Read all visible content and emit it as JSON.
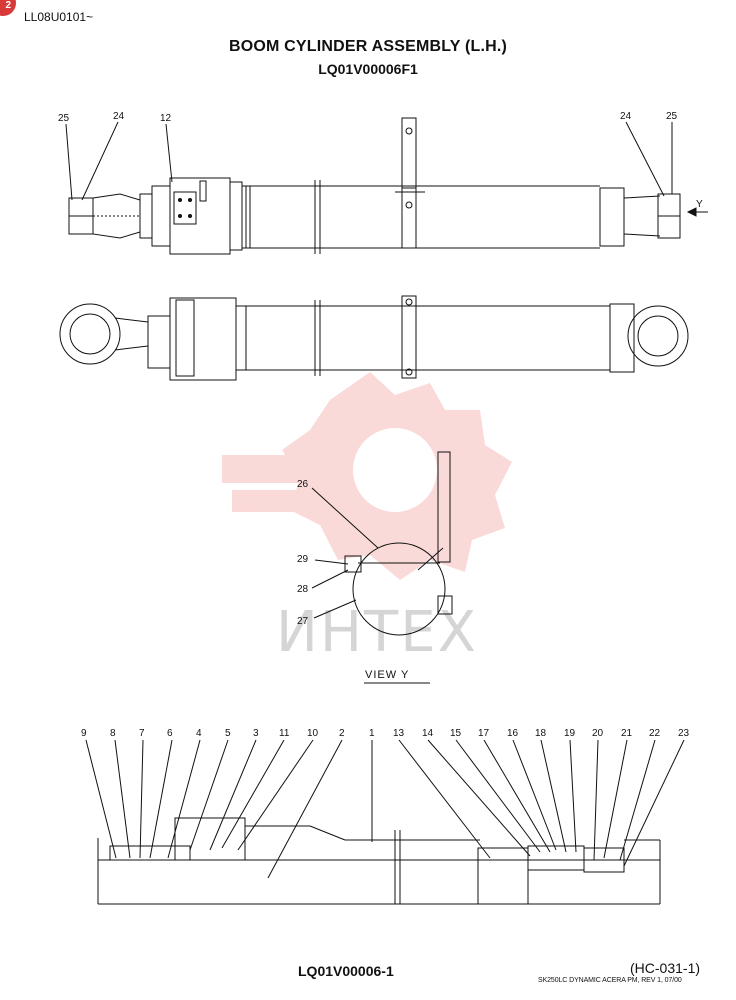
{
  "header": {
    "page_badge": "2",
    "code": "LL08U0101~",
    "title": "BOOM CYLINDER ASSEMBLY (L.H.)",
    "part_number": "LQ01V00006F1"
  },
  "diagram": {
    "top_view_labels": [
      "25",
      "24",
      "12",
      "24",
      "25"
    ],
    "direction_label": "Y",
    "view_y": {
      "title": "VIEW   Y",
      "labels": [
        "26",
        "29",
        "28",
        "27"
      ]
    },
    "section_labels": [
      "9",
      "8",
      "7",
      "6",
      "4",
      "5",
      "3",
      "11",
      "10",
      "2",
      "1",
      "13",
      "14",
      "15",
      "17",
      "16",
      "18",
      "19",
      "20",
      "21",
      "22",
      "23"
    ],
    "watermark_text": "ИНТЕХ"
  },
  "footer": {
    "part_number": "LQ01V00006-1",
    "sheet_code": "(HC-031-1)",
    "subtitle": "SK250LC DYNAMIC ACERA PM, REV 1, 07/00"
  }
}
